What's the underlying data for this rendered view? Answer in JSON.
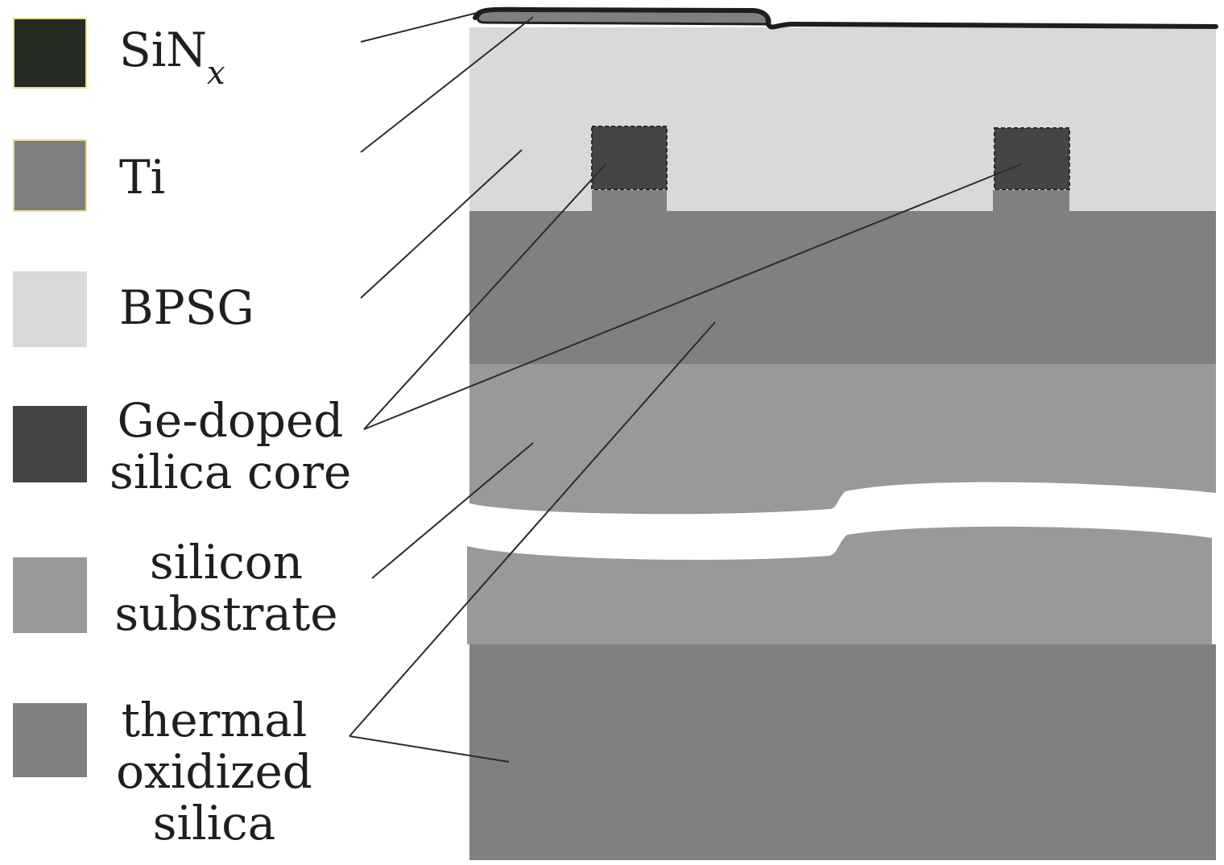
{
  "legend": {
    "sinx": {
      "base": "SiN",
      "sub": "x",
      "color": "#252a25"
    },
    "ti": {
      "label": "Ti",
      "color": "#7f7f7f"
    },
    "bpsg": {
      "label": "BPSG",
      "color": "#d9d9d9"
    },
    "core": {
      "line1": "Ge-doped",
      "line2": "silica core",
      "color": "#454545"
    },
    "substrate": {
      "line1": "silicon",
      "line2": "substrate",
      "color": "#999999"
    },
    "thermal": {
      "line1": "thermal",
      "line2": "oxidized",
      "line3": "silica",
      "color": "#808080"
    }
  }
}
